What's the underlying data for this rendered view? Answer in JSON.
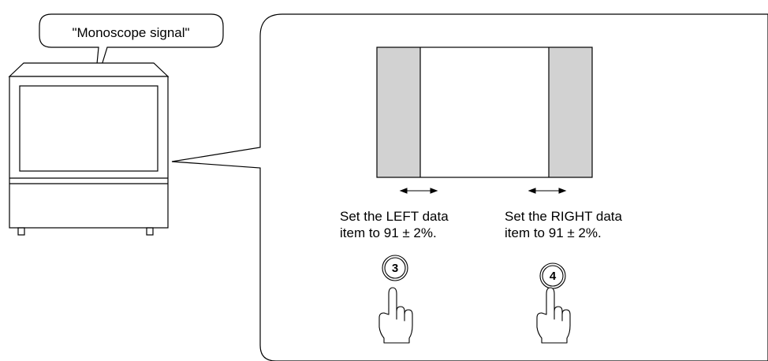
{
  "callout": {
    "text": "\"Monoscope signal\""
  },
  "left_instruction": {
    "line1": "Set the LEFT data",
    "line2": "item to 91 ± 2%."
  },
  "right_instruction": {
    "line1": "Set the RIGHT data",
    "line2": "item to 91 ± 2%."
  },
  "steps": [
    {
      "number": "3"
    },
    {
      "number": "4"
    }
  ],
  "colors": {
    "shade": "#d2d2d2",
    "stroke": "#000000",
    "background": "#ffffff"
  }
}
